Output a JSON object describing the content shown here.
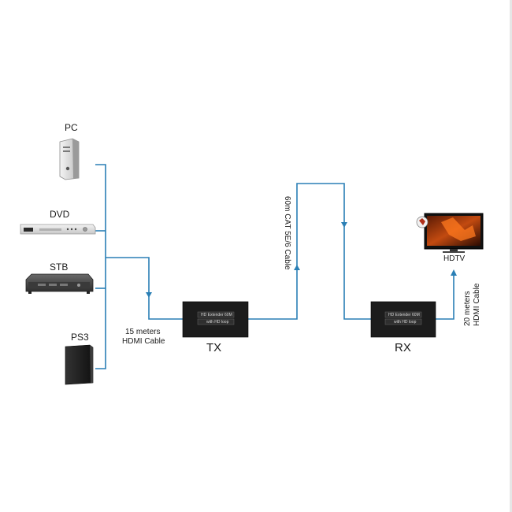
{
  "sources": [
    {
      "label": "PC",
      "icon": "pc-tower-icon"
    },
    {
      "label": "DVD",
      "icon": "dvd-player-icon"
    },
    {
      "label": "STB",
      "icon": "set-top-box-icon"
    },
    {
      "label": "PS3",
      "icon": "ps3-console-icon"
    }
  ],
  "tx": {
    "label": "TX",
    "box_line1": "HD Extender 60M",
    "box_line2": "with HD loop"
  },
  "rx": {
    "label": "RX",
    "box_line1": "HD Extender 60M",
    "box_line2": "with HD loop"
  },
  "cables": {
    "input_line1": "15 meters",
    "input_line2": "HDMI Cable",
    "cat": "60m CAT 5E/6 Cable",
    "output_line1": "20 meters",
    "output_line2": "HDMI Cable"
  },
  "display": {
    "label": "HDTV",
    "icon": "hdtv-icon"
  },
  "colors": {
    "line": "#2a7fb5",
    "device": "#1f1f1f"
  }
}
